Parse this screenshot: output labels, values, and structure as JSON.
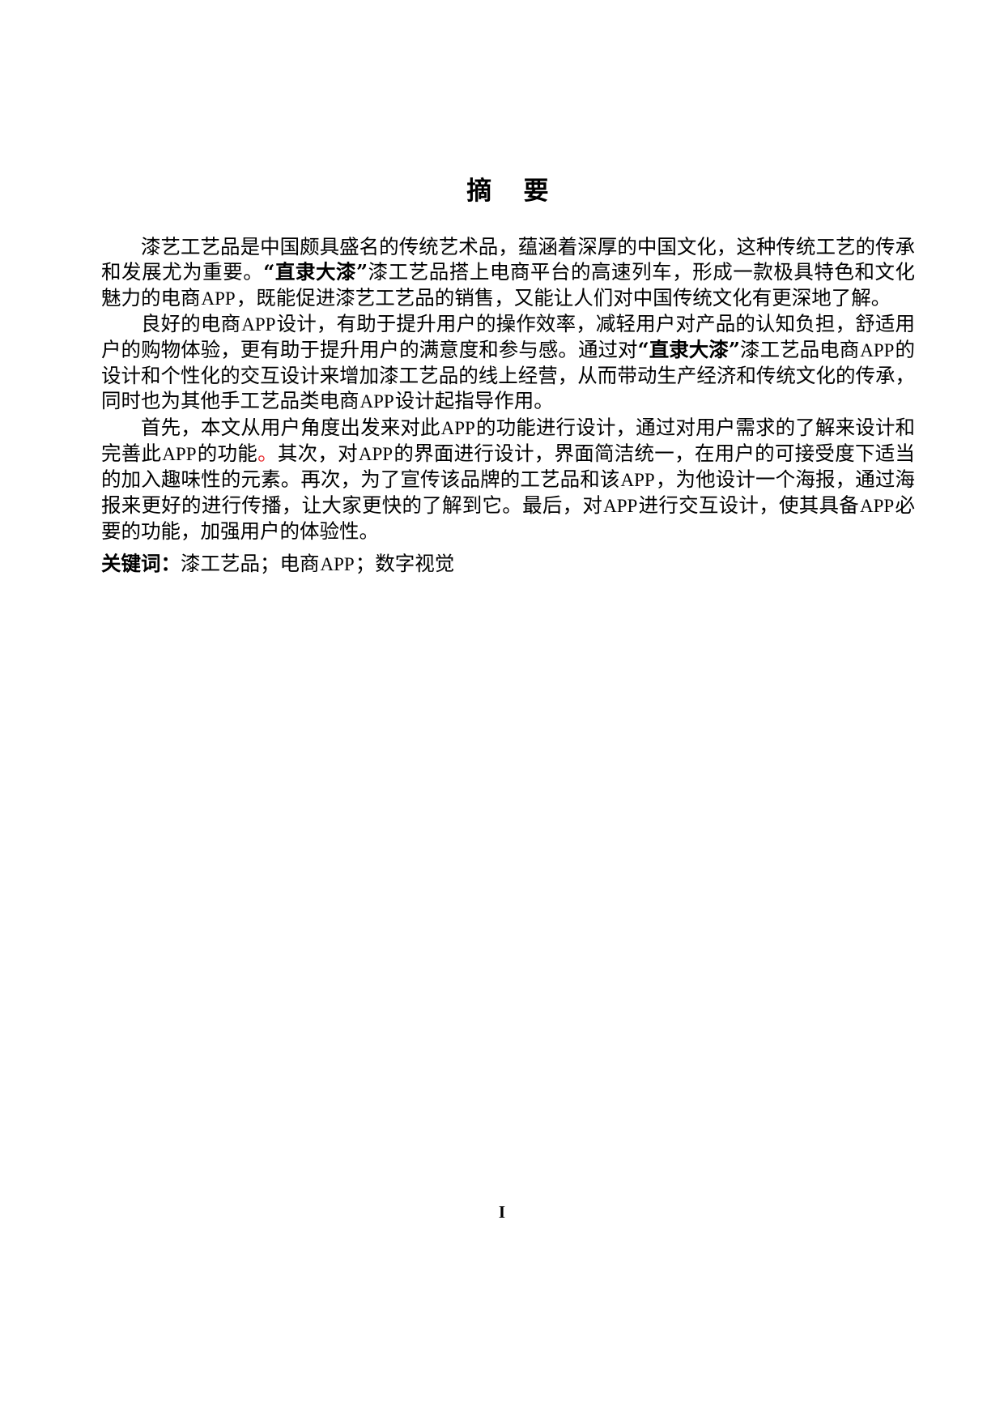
{
  "document": {
    "title_main": "摘",
    "title_second": "要",
    "page_number": "I"
  },
  "paragraphs": [
    {
      "segments": [
        {
          "type": "cjk",
          "text": "漆艺工艺品是中国颇具盛名的传统艺术品，蕴涵着深厚的中国文化，这种传统工艺的传承和发展尤为重要。"
        },
        {
          "type": "bold",
          "text": "“直隶大漆”"
        },
        {
          "type": "cjk",
          "text": "漆工艺品搭上电商平台的高速列车，形成一款极具特色和文化魅力的电商"
        },
        {
          "type": "latin",
          "text": "APP"
        },
        {
          "type": "cjk",
          "text": "，既能促进漆艺工艺品的销售，又能让人们对中国传统文化有更深地了解。"
        }
      ]
    },
    {
      "segments": [
        {
          "type": "cjk",
          "text": "良好的电商"
        },
        {
          "type": "latin",
          "text": "APP"
        },
        {
          "type": "cjk",
          "text": "设计，有助于提升用户的操作效率，减轻用户对产品的认知负担，舒适用户的购物体验，更有助于提升用户的满意度和参与感。通过对"
        },
        {
          "type": "bold",
          "text": "“直隶大漆”"
        },
        {
          "type": "cjk",
          "text": "漆工艺品电商"
        },
        {
          "type": "latin",
          "text": "APP"
        },
        {
          "type": "cjk",
          "text": "的设计和个性化的交互设计来增加漆工艺品的线上经营，从而带动生产经济和传统文化的传承，同时也为其他手工艺品类电商"
        },
        {
          "type": "latin",
          "text": "APP"
        },
        {
          "type": "cjk",
          "text": "设计起指导作用。"
        }
      ]
    },
    {
      "segments": [
        {
          "type": "cjk",
          "text": "首先，本文从用户角度出发来对此"
        },
        {
          "type": "latin",
          "text": "APP"
        },
        {
          "type": "cjk",
          "text": "的功能进行设计，通过对用户需求的了解来设计和完善此"
        },
        {
          "type": "latin",
          "text": "APP"
        },
        {
          "type": "cjk",
          "text": "的功能"
        },
        {
          "type": "red",
          "text": "。"
        },
        {
          "type": "cjk",
          "text": "其次，对"
        },
        {
          "type": "latin",
          "text": "APP"
        },
        {
          "type": "cjk",
          "text": "的界面进行设计，界面简洁统一，在用户的可接受度下适当的加入趣味性的元素。再次，为了宣传该品牌的工艺品和该"
        },
        {
          "type": "latin",
          "text": "APP"
        },
        {
          "type": "cjk",
          "text": "，为他设计一个海报，通过海报来更好的进行传播，让大家更快的了解到它。最后，对"
        },
        {
          "type": "latin",
          "text": "APP"
        },
        {
          "type": "cjk",
          "text": "进行交互设计，使其具备"
        },
        {
          "type": "latin",
          "text": "APP"
        },
        {
          "type": "cjk",
          "text": "必要的功能，加强用户的体验性。"
        }
      ]
    }
  ],
  "keywords": {
    "label": "关键词：",
    "items": [
      {
        "type": "cjk",
        "text": "漆工艺品；电商"
      },
      {
        "type": "latin",
        "text": "APP"
      },
      {
        "type": "cjk",
        "text": "；数字视觉"
      }
    ]
  },
  "colors": {
    "text": "#000000",
    "red_mark": "#e8272b",
    "background": "#ffffff"
  }
}
